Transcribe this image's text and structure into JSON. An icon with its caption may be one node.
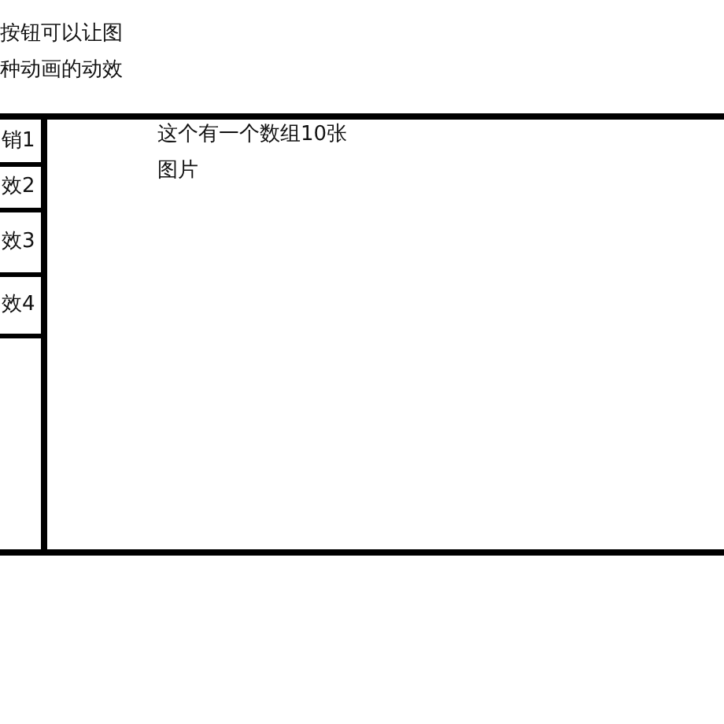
{
  "diagram": {
    "nodes": [
      {
        "text": [
          "这个有一个数组10张图片"
        ]
      },
      {
        "text": [],
        "shape": "box",
        "in": 0
      },
      {
        "text": [
          "销1"
        ],
        "in": 1
      },
      {
        "text": [
          "效2"
        ],
        "in": 1
      },
      {
        "text": [
          "效3"
        ],
        "in": 1
      },
      {
        "text": [
          "效4"
        ],
        "in": 1
      }
    ],
    "labels": [
      "按钮可以让图",
      "种动画的动效"
    ]
  }
}
